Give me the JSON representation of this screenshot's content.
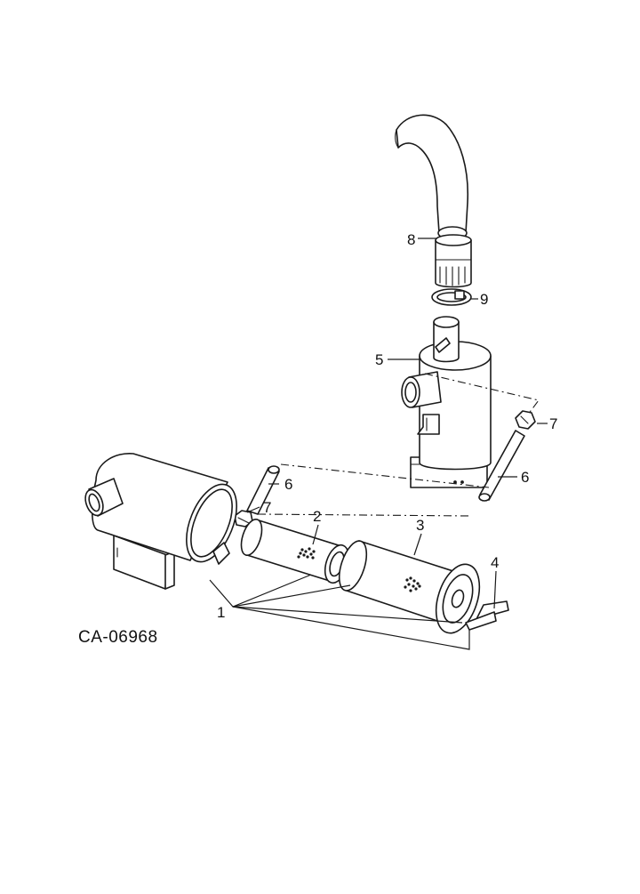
{
  "diagram": {
    "drawing_code": "CA-06968",
    "callouts": [
      "1",
      "2",
      "3",
      "4",
      "5",
      "6",
      "6",
      "7",
      "7",
      "8",
      "9"
    ]
  }
}
